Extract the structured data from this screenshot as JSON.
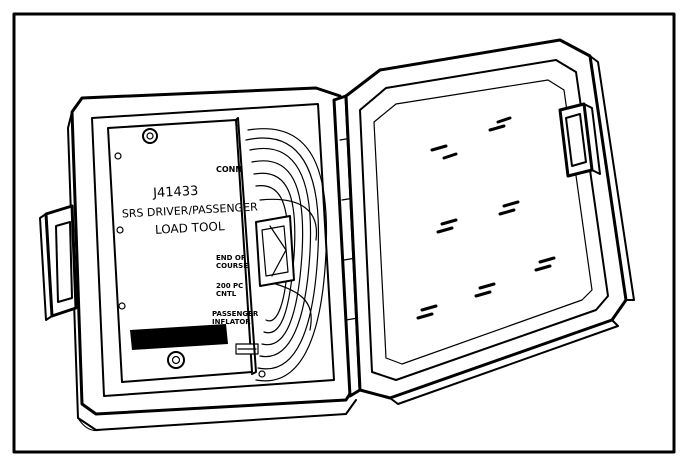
{
  "figure": {
    "tool_number": "J41433",
    "tool_name_line1": "SRS DRIVER/PASSENGER",
    "tool_name_line2": "LOAD TOOL",
    "indicator_labels": [
      "CONN",
      "END OF\nCOURSE",
      "200 PC\nCNTL",
      "PASSENGER\nINFLATOR"
    ]
  },
  "colors": {
    "ink": "#000000",
    "paper": "#ffffff"
  }
}
